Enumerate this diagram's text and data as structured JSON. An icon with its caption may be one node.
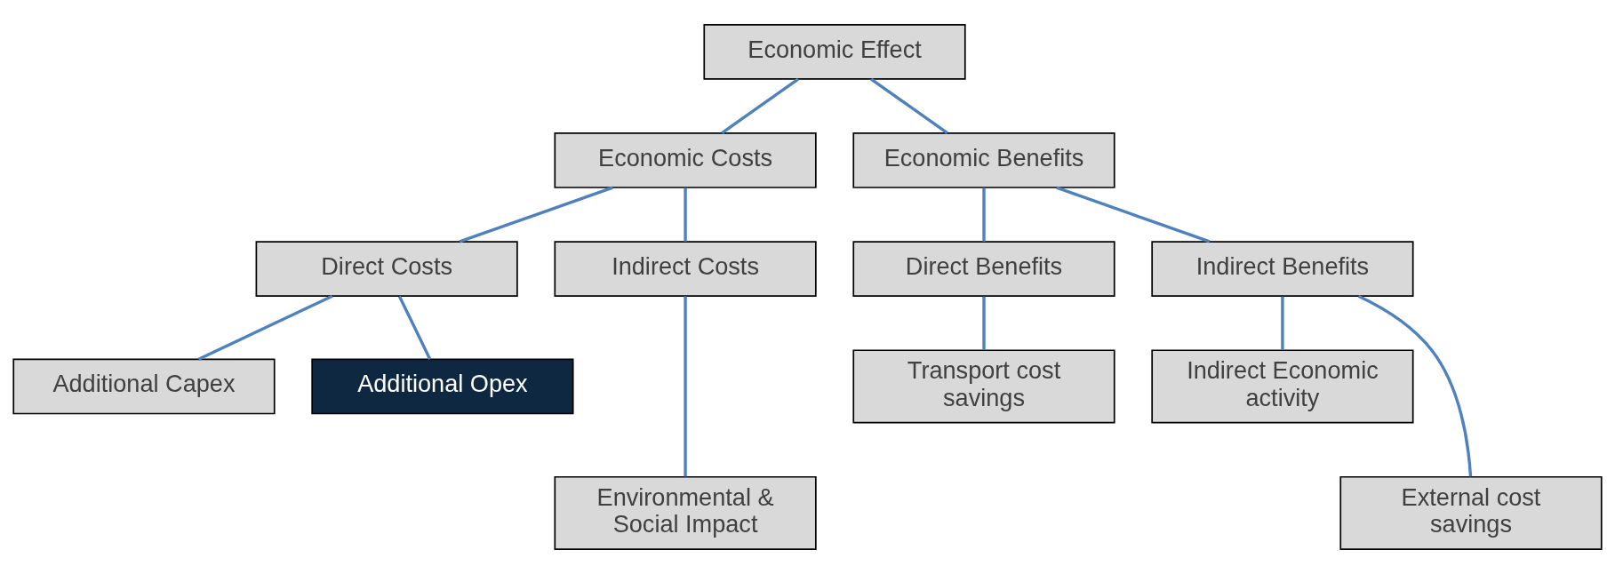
{
  "diagram": {
    "nodes": [
      {
        "text": [
          "Economic Effect"
        ]
      },
      {
        "text": [
          "Economic Costs"
        ]
      },
      {
        "text": [
          "Economic Benefits"
        ]
      },
      {
        "text": [
          "Direct Costs"
        ]
      },
      {
        "text": [
          "Indirect Costs"
        ]
      },
      {
        "text": [
          "Direct Benefits"
        ]
      },
      {
        "text": [
          "Indirect Benefits"
        ]
      },
      {
        "text": [
          "Additional Capex"
        ]
      },
      {
        "text": [
          "Additional Opex"
        ]
      },
      {
        "text": [
          "Environmental & Social Impact"
        ]
      },
      {
        "text": [
          "Transport cost savings"
        ]
      },
      {
        "text": [
          "Indirect Economic activity"
        ]
      },
      {
        "text": [
          "External cost savings"
        ]
      }
    ],
    "edges": [
      {
        "from": 0,
        "to": 1,
        "arrow": "none"
      },
      {
        "from": 0,
        "to": 2,
        "arrow": "none"
      },
      {
        "from": 1,
        "to": 3,
        "arrow": "none"
      },
      {
        "from": 1,
        "to": 4,
        "arrow": "none"
      },
      {
        "from": 2,
        "to": 5,
        "arrow": "none"
      },
      {
        "from": 2,
        "to": 6,
        "arrow": "none"
      },
      {
        "from": 3,
        "to": 7,
        "arrow": "none"
      },
      {
        "from": 3,
        "to": 8,
        "arrow": "none"
      },
      {
        "from": 4,
        "to": 9,
        "arrow": "none"
      },
      {
        "from": 5,
        "to": 10,
        "arrow": "none"
      },
      {
        "from": 6,
        "to": 11,
        "arrow": "none"
      },
      {
        "from": 6,
        "to": 12,
        "arrow": "none"
      }
    ]
  }
}
